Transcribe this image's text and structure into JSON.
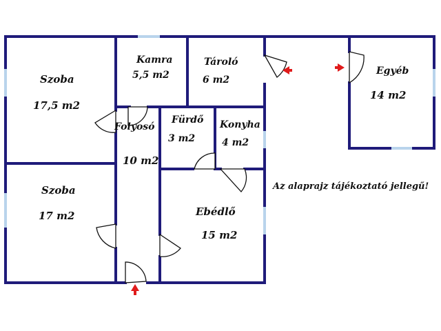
{
  "colors": {
    "wall": "#1f1b7a",
    "window": "#b9d4ec",
    "arrow": "#e01b1b",
    "text": "#111111"
  },
  "rooms": [
    {
      "id": "szoba1",
      "name": "Szoba",
      "area": "17,5 m2"
    },
    {
      "id": "kamra",
      "name": "Kamra",
      "area": "5,5 m2"
    },
    {
      "id": "tarolo",
      "name": "Tároló",
      "area": "6 m2"
    },
    {
      "id": "egyeb",
      "name": "Egyéb",
      "area": "14 m2"
    },
    {
      "id": "folyoso",
      "name": "Folyosó",
      "area": "10 m2"
    },
    {
      "id": "furdo",
      "name": "Fürdő",
      "area": "3 m2"
    },
    {
      "id": "konyha",
      "name": "Konyha",
      "area": "4 m2"
    },
    {
      "id": "szoba2",
      "name": "Szoba",
      "area": "17 m2"
    },
    {
      "id": "ebedlo",
      "name": "Ebédlő",
      "area": "15 m2"
    }
  ],
  "note": "Az alaprajz tájékoztató jellegű!",
  "entrances": [
    "main-entrance-arrow",
    "tarolo-entrance-arrow",
    "egyeb-entrance-arrow"
  ]
}
